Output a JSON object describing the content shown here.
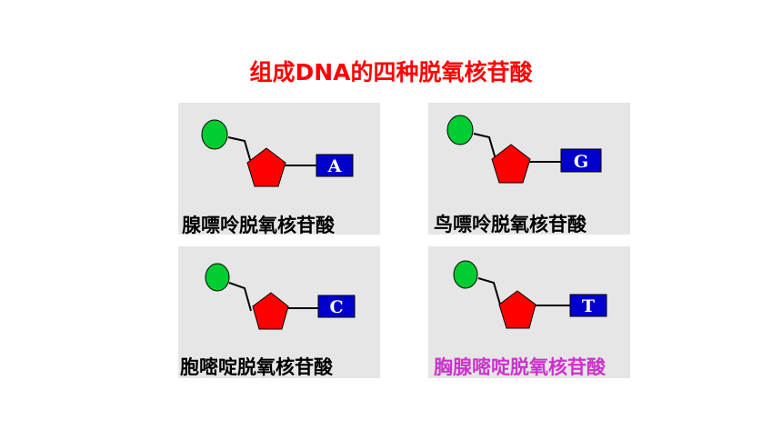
{
  "title": "组成DNA的四种脱氧核苷酸",
  "colors": {
    "title": "#ff0000",
    "phosphate": "#00cc33",
    "sugar": "#ff0000",
    "base": "#0000cc",
    "panel_bg": "#e6e6e6",
    "label_default": "#000000",
    "label_highlight": "#cc33cc"
  },
  "nucleotides": [
    {
      "base": "A",
      "label": "腺嘌呤脱氧核苷酸"
    },
    {
      "base": "G",
      "label": "鸟嘌呤脱氧核苷酸"
    },
    {
      "base": "C",
      "label": "胞嘧啶脱氧核苷酸"
    },
    {
      "base": "T",
      "label": "胸腺嘧啶脱氧核苷酸"
    }
  ]
}
